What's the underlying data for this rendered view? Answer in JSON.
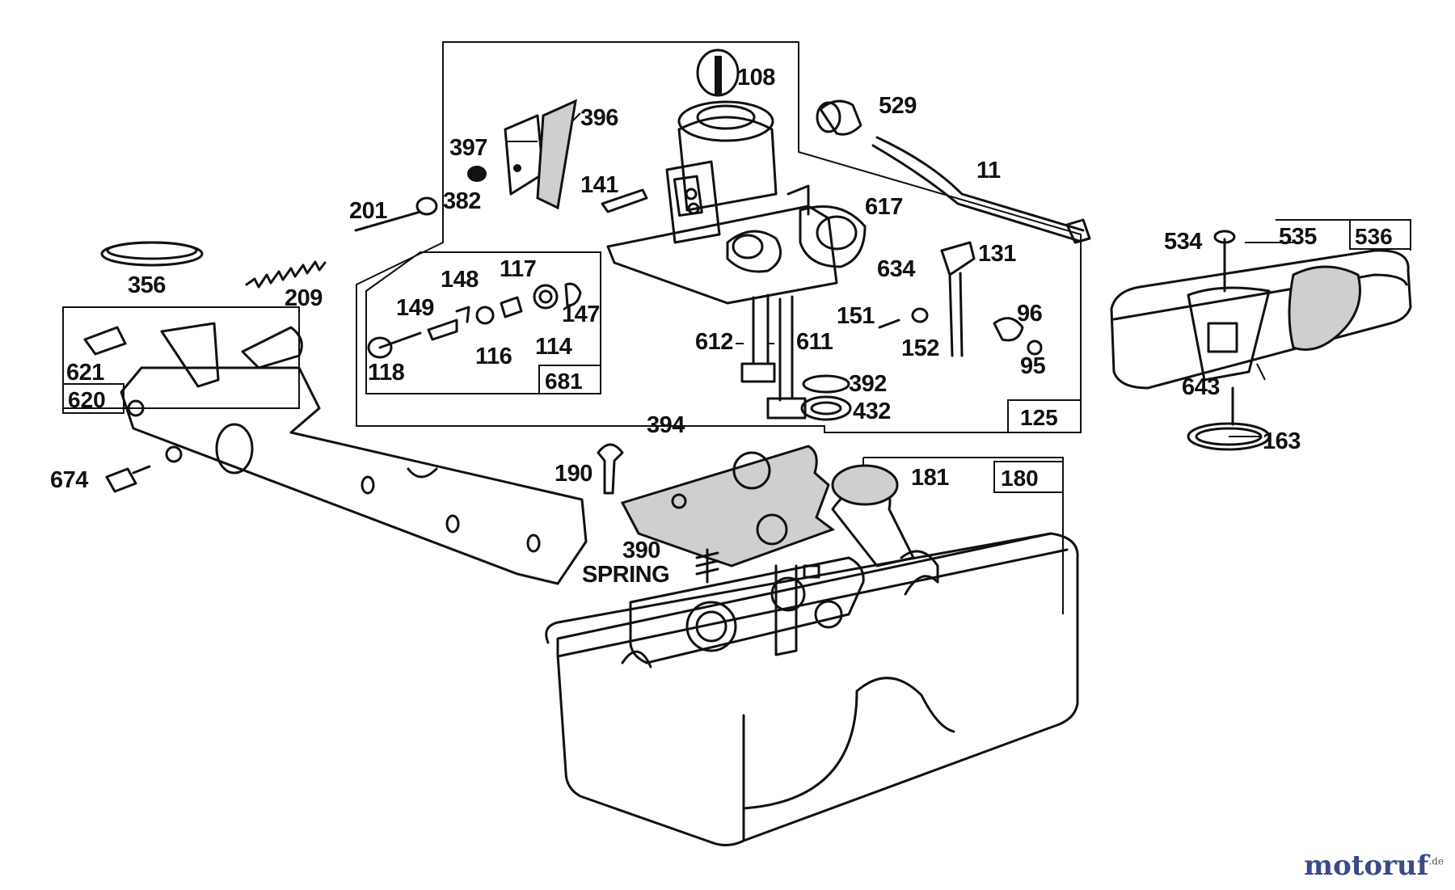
{
  "callouts": {
    "p108": "108",
    "p396": "396",
    "p397": "397",
    "p382": "382",
    "p201": "201",
    "p141": "141",
    "p617": "617",
    "p529": "529",
    "p11": "11",
    "p131": "131",
    "p634": "634",
    "p96": "96",
    "p95": "95",
    "p151": "151",
    "p152": "152",
    "p612": "612",
    "p611": "611",
    "p392": "392",
    "p432": "432",
    "p117": "117",
    "p148": "148",
    "p149": "149",
    "p147": "147",
    "p114": "114",
    "p116": "116",
    "p118": "118",
    "p356": "356",
    "p209": "209",
    "p621": "621",
    "p674": "674",
    "p394": "394",
    "p190": "190",
    "p390": "390",
    "spring": "SPRING",
    "p181": "181",
    "p534": "534",
    "p535": "535",
    "p643": "643",
    "p163": "163"
  },
  "group_boxes": {
    "b681": "681",
    "b125": "125",
    "b620": "620",
    "b180": "180",
    "b536": "536"
  },
  "watermark": {
    "brand": "motoruf",
    "suffix": ".de",
    "color": "#3a4a8a"
  }
}
